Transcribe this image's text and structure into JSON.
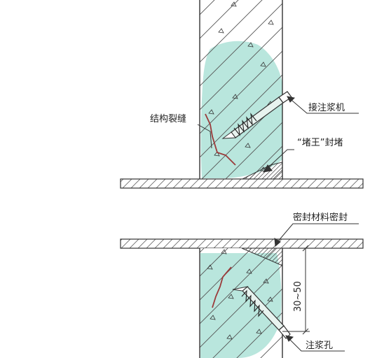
{
  "labels": {
    "grouting_machine": "接注浆机",
    "structural_crack": "结构裂缝",
    "plug_seal": "“堵王”封堵",
    "sealing_material": "密封材料密封",
    "dimension": "30~50",
    "grout_hole": "注浆孔"
  },
  "colors": {
    "line": "#333333",
    "grout_fill": "#b9e6dd",
    "crack": "#9b3a3a",
    "background": "#ffffff"
  }
}
